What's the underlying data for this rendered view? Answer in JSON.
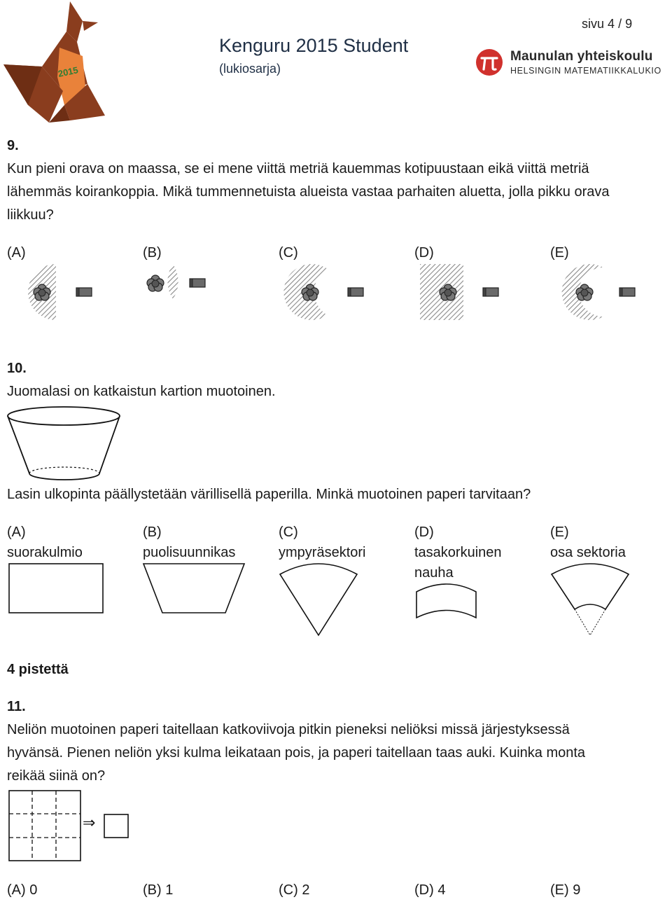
{
  "header": {
    "page_label": "sivu",
    "page_current": "4",
    "page_sep": "/",
    "page_total": "9",
    "title": "Kenguru 2015 Student",
    "subtitle": "(lukiosarja)",
    "school_name": "Maunulan yhteiskoulu",
    "school_unit": "HELSINGIN MATEMATIIKKALUKIO",
    "colors": {
      "pi_red": "#d0312d",
      "kangaroo_brown": "#8a3d1e",
      "kangaroo_orange": "#e9823a"
    }
  },
  "q9": {
    "number": "9.",
    "text_lines": [
      "Kun pieni orava on maassa, se ei mene viittä metriä kauemmas kotipuustaan eikä viittä metriä",
      "lähemmäs koirankoppia. Mikä tummennetuista alueista vastaa parhaiten aluetta, jolla pikku orava",
      "liikkuu?"
    ],
    "options": [
      "(A)",
      "(B)",
      "(C)",
      "(D)",
      "(E)"
    ],
    "icons": [
      "tree-icon",
      "doghouse-icon"
    ]
  },
  "q10": {
    "number": "10.",
    "intro": "Juomalasi on katkaistun kartion muotoinen.",
    "question": "Lasin ulkopinta päällystetään värillisellä paperilla. Minkä muotoinen paperi tarvitaan?",
    "options": [
      {
        "letter": "(A)",
        "lines": [
          "suorakulmio"
        ]
      },
      {
        "letter": "(B)",
        "lines": [
          "puolisuunnikas"
        ]
      },
      {
        "letter": "(C)",
        "lines": [
          "ympyräsektori"
        ]
      },
      {
        "letter": "(D)",
        "lines": [
          "tasakorkuinen",
          "nauha"
        ]
      },
      {
        "letter": "(E)",
        "lines": [
          "osa sektoria"
        ]
      }
    ]
  },
  "section": {
    "label": "4 pistettä"
  },
  "q11": {
    "number": "11.",
    "text_lines": [
      "Neliön muotoinen paperi taitellaan katkoviivoja pitkin pieneksi neliöksi missä järjestyksessä",
      "hyvänsä. Pienen neliön yksi kulma leikataan pois, ja paperi taitellaan taas auki. Kuinka monta",
      "reikää siinä on?"
    ],
    "arrow": "⇒",
    "options": [
      "(A) 0",
      "(B) 1",
      "(C) 2",
      "(D) 4",
      "(E) 9"
    ]
  }
}
